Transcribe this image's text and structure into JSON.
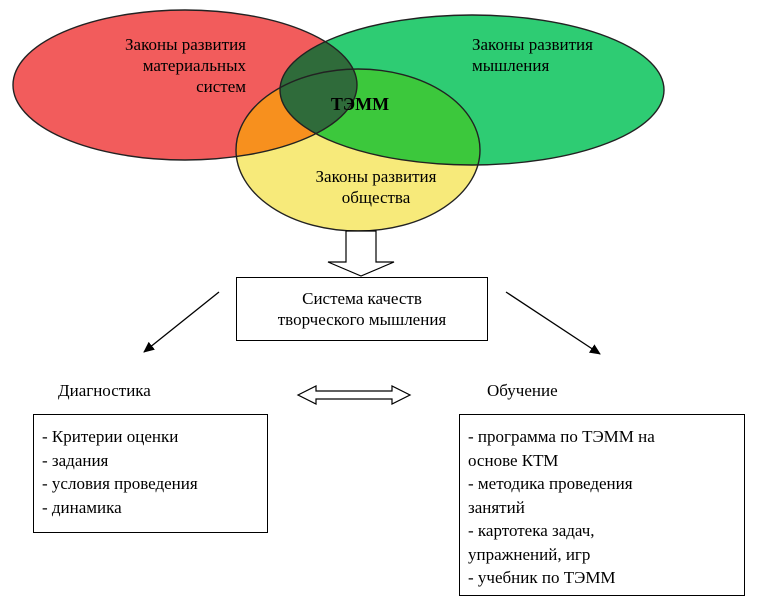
{
  "venn": {
    "material_laws": "Законы развития\nматериальных\nсистем",
    "thinking_laws": "Законы развития\nмышления",
    "society_laws": "Законы развития\nобщества",
    "center": "ТЭММ",
    "colors": {
      "material": "#f25c5c",
      "thinking": "#2ecc73",
      "society": "#f7ea7a",
      "material_thinking_overlap": "#2f6b3a",
      "material_society_overlap": "#f7901e",
      "thinking_society_overlap": "#3cc83c"
    }
  },
  "central_box": {
    "title": "Система качеств\nтворческого мышления"
  },
  "diagnostics": {
    "heading": "Диагностика",
    "items": [
      "- Критерии оценки",
      "- задания",
      "- условия проведения",
      "- динамика"
    ]
  },
  "learning": {
    "heading": "Обучение",
    "items": [
      "- программа по ТЭММ на\nоснове КТМ",
      "- методика проведения\nзанятий",
      "- картотека задач,\nупражнений, игр",
      "- учебник по ТЭММ"
    ]
  }
}
